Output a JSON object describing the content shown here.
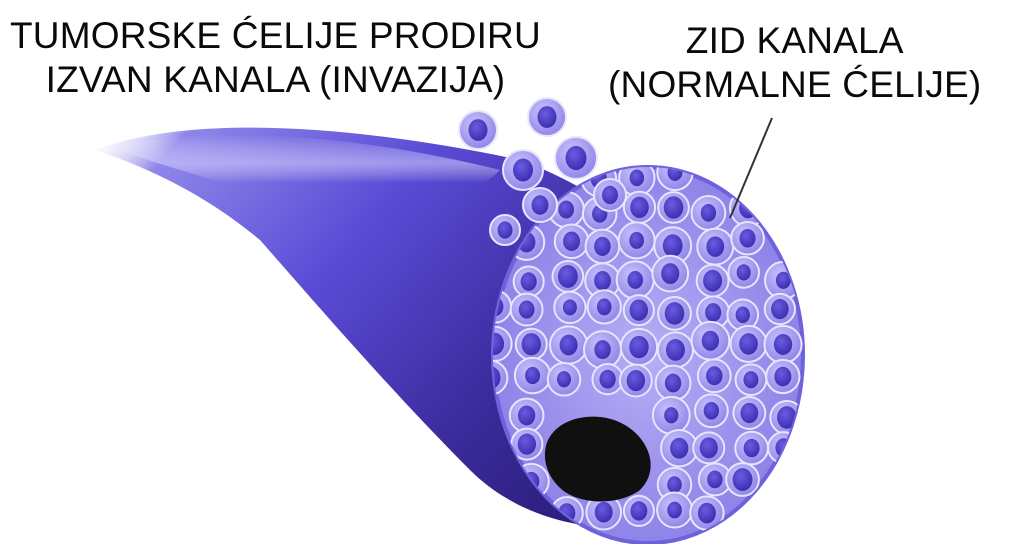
{
  "labels": {
    "invasion": {
      "line1": "TUMORSKE ĆELIJE PRODIRU",
      "line2": "IZVAN KANALA (INVAZIJA)"
    },
    "duct_wall": {
      "line1": "ZID KANALA",
      "line2": "(NORMALNE ĆELIJE)"
    }
  },
  "colors": {
    "tube_dark": "#3a2a9a",
    "tube_mid": "#6b5ee0",
    "tube_light": "#c9c3f7",
    "cell_fill": "#a99ff0",
    "cell_border": "#e8e5ff",
    "nucleus": "#4a3cc8",
    "lumen": "#101010",
    "line": "#333333"
  }
}
